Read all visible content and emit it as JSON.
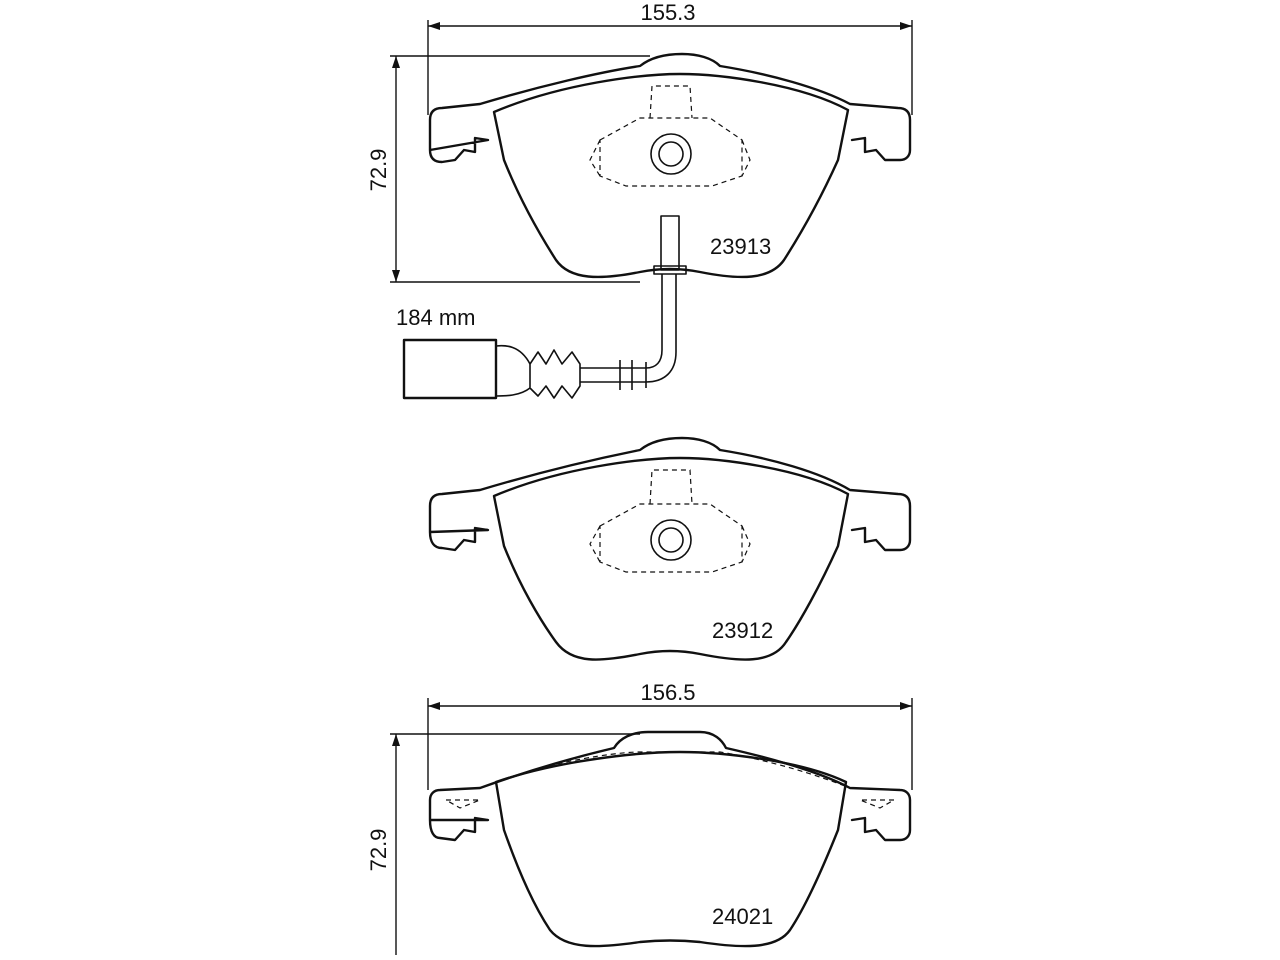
{
  "dimensions": {
    "top_width": "155.3",
    "top_height": "72.9",
    "bottom_width": "156.5",
    "bottom_height": "72.9"
  },
  "sensor": {
    "cable_length": "184 mm"
  },
  "parts": {
    "pad_1": "23913",
    "pad_2": "23912",
    "pad_3": "24021"
  }
}
